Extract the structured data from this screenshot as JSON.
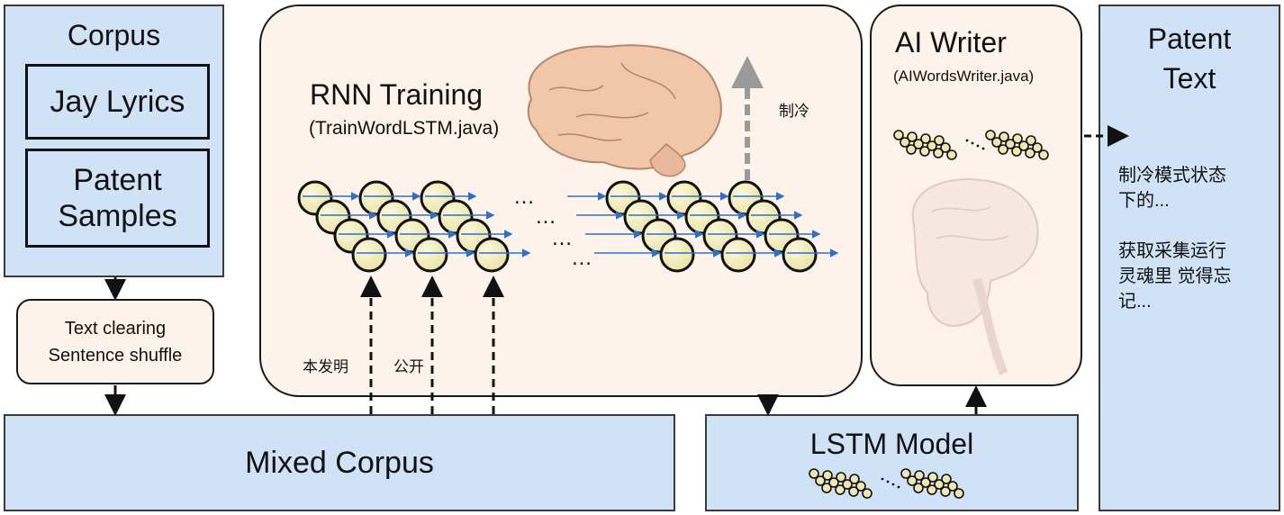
{
  "corpus": {
    "title": "Corpus",
    "item1": "Jay Lyrics",
    "item2_line1": "Patent",
    "item2_line2": "Samples"
  },
  "preprocess": {
    "line1": "Text clearing",
    "line2": "Sentence shuffle"
  },
  "mixed_corpus": {
    "label": "Mixed Corpus"
  },
  "rnn": {
    "title": "RNN Training",
    "subtitle": "(TrainWordLSTM.java)",
    "dots": "…",
    "output_char": "制冷",
    "input1": "本发明",
    "input2": "公开"
  },
  "lstm_model": {
    "label": "LSTM Model"
  },
  "ai_writer": {
    "title": "AI Writer",
    "subtitle": "(AIWordsWriter.java)"
  },
  "patent_text": {
    "title_line1": "Patent",
    "title_line2": "Text",
    "sample1_line1": "制冷模式状态",
    "sample1_line2": "下的...",
    "sample2_line1": "获取采集运行",
    "sample2_line2": "灵魂里 觉得忘",
    "sample2_line3": "记..."
  },
  "colors": {
    "box_blue": "#cfe2f6",
    "panel_peach": "#fdf3ea",
    "neuron_fill": "#f6f2c4",
    "arrow_blue": "#2f6fc8",
    "output_arrow": "#9a9a9a"
  }
}
